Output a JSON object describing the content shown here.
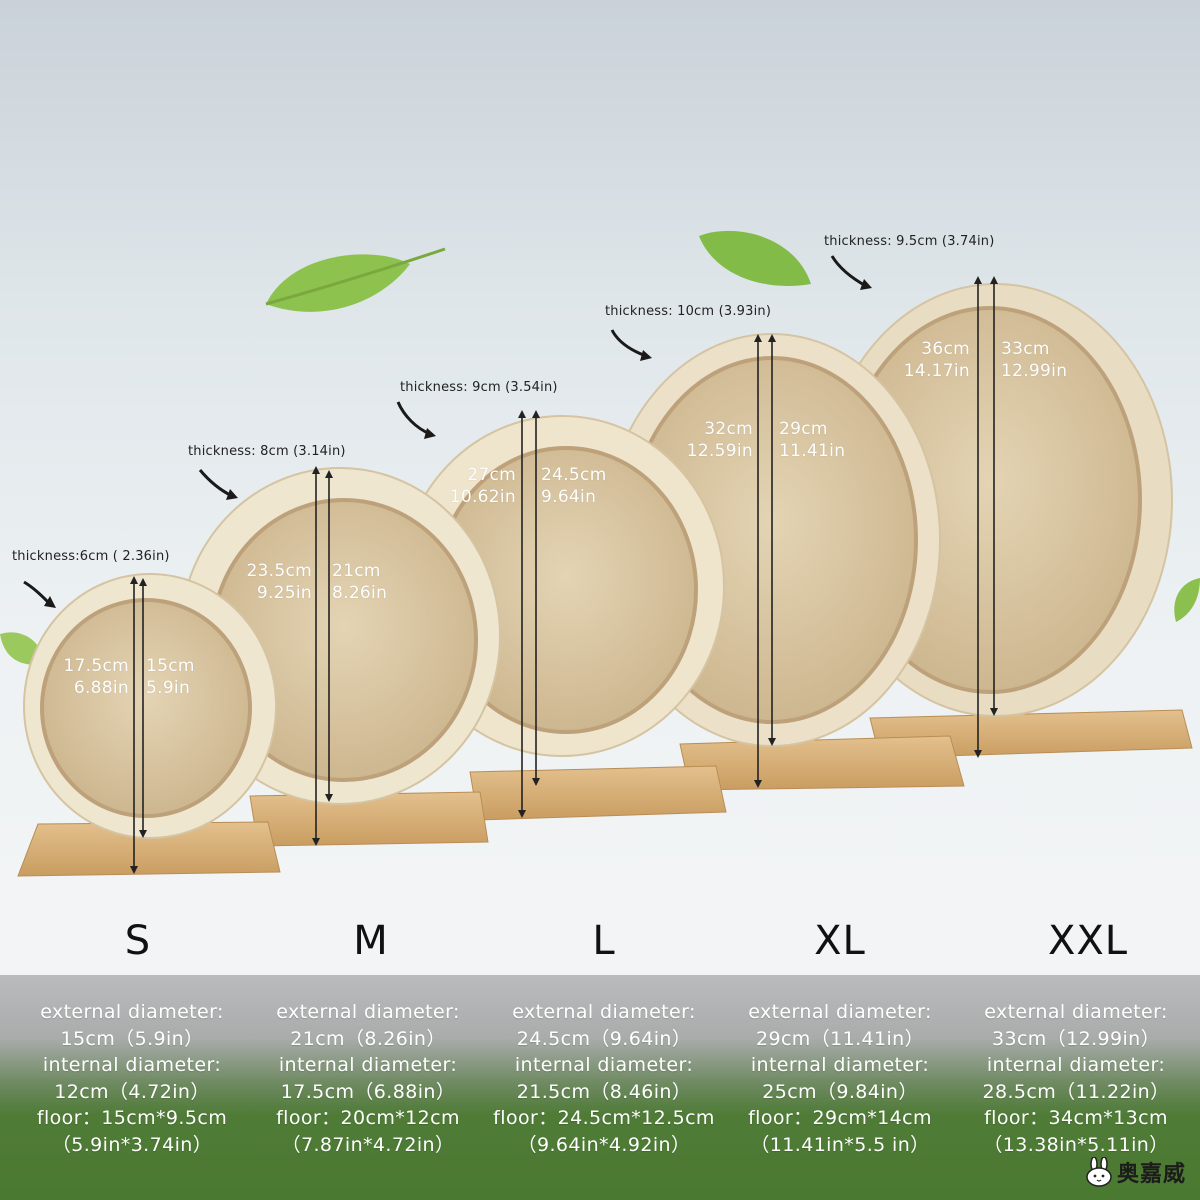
{
  "products": [
    {
      "size": "S",
      "thickness": "thickness:6cm ( 2.36in)",
      "ext_dim_cm": "17.5cm",
      "ext_dim_in": "6.88in",
      "int_dim_cm": "15cm",
      "int_dim_in": "5.9in",
      "spec_ext_label": "external diameter:",
      "spec_ext_value": "15cm（5.9in）",
      "spec_int_label": "internal diameter:",
      "spec_int_value": "12cm（4.72in）",
      "spec_floor": "floor：15cm*9.5cm",
      "spec_floor_in": "（5.9in*3.74in）"
    },
    {
      "size": "M",
      "thickness": "thickness: 8cm (3.14in)",
      "ext_dim_cm": "23.5cm",
      "ext_dim_in": "9.25in",
      "int_dim_cm": "21cm",
      "int_dim_in": "8.26in",
      "spec_ext_label": "external diameter:",
      "spec_ext_value": "21cm（8.26in）",
      "spec_int_label": "internal diameter:",
      "spec_int_value": "17.5cm（6.88in）",
      "spec_floor": "floor：20cm*12cm",
      "spec_floor_in": "（7.87in*4.72in）"
    },
    {
      "size": "L",
      "thickness": "thickness: 9cm (3.54in)",
      "ext_dim_cm": "27cm",
      "ext_dim_in": "10.62in",
      "int_dim_cm": "24.5cm",
      "int_dim_in": "9.64in",
      "spec_ext_label": "external diameter:",
      "spec_ext_value": "24.5cm（9.64in）",
      "spec_int_label": "internal diameter:",
      "spec_int_value": "21.5cm（8.46in）",
      "spec_floor": "floor：24.5cm*12.5cm",
      "spec_floor_in": "（9.64in*4.92in）"
    },
    {
      "size": "XL",
      "thickness": "thickness: 10cm (3.93in)",
      "ext_dim_cm": "32cm",
      "ext_dim_in": "12.59in",
      "int_dim_cm": "29cm",
      "int_dim_in": "11.41in",
      "spec_ext_label": "external diameter:",
      "spec_ext_value": "29cm（11.41in）",
      "spec_int_label": "internal diameter:",
      "spec_int_value": "25cm（9.84in）",
      "spec_floor": "floor：29cm*14cm",
      "spec_floor_in": "（11.41in*5.5 in）"
    },
    {
      "size": "XXL",
      "thickness": "thickness: 9.5cm (3.74in)",
      "ext_dim_cm": "36cm",
      "ext_dim_in": "14.17in",
      "int_dim_cm": "33cm",
      "int_dim_in": "12.99in",
      "spec_ext_label": "external diameter:",
      "spec_ext_value": "33cm（12.99in）",
      "spec_int_label": "internal diameter:",
      "spec_int_value": "28.5cm（11.22in）",
      "spec_floor": "floor：34cm*13cm",
      "spec_floor_in": "（13.38in*5.11in）"
    }
  ],
  "brand": {
    "name": "奥嘉威",
    "icon": "bunny-face-icon"
  },
  "colors": {
    "wood_rim": "#efe6d2",
    "wood_inner": "#d9c6a2",
    "base": "#d8b27a",
    "leaf": "#8cc152",
    "grass": "#4f7b37"
  }
}
